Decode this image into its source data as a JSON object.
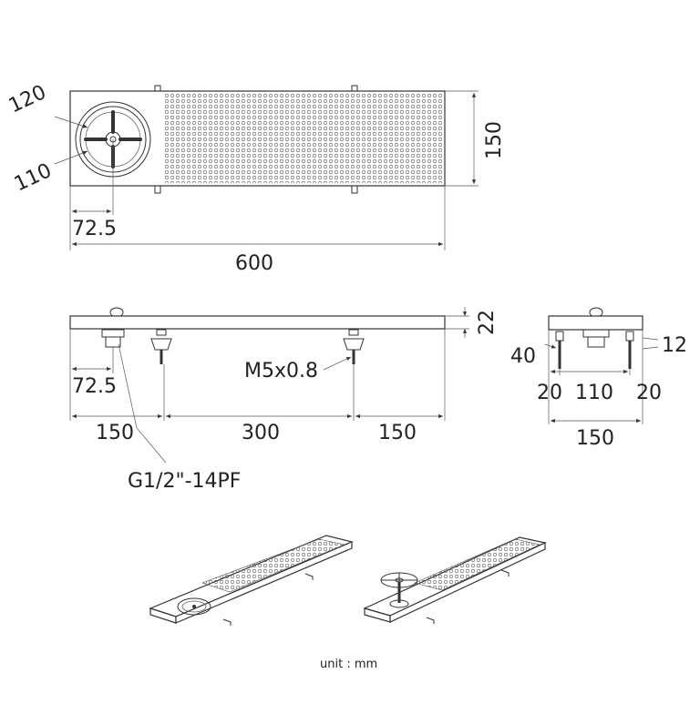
{
  "top_view": {
    "outer_diameter": "120",
    "inner_diameter": "110",
    "rinser_offset": "72.5",
    "length": "600",
    "width": "150"
  },
  "side_view": {
    "height": "22",
    "bolt_thread": "M5x0.8",
    "rinser_offset": "72.5",
    "segment_left": "150",
    "segment_middle": "300",
    "segment_right": "150",
    "fitting_thread": "G1/2\"-14PF"
  },
  "end_view": {
    "bolt_length": "40",
    "tray_height": "12",
    "margin_left": "20",
    "center": "110",
    "margin_right": "20",
    "width": "150"
  },
  "footer": {
    "unit_label": "unit : mm"
  }
}
